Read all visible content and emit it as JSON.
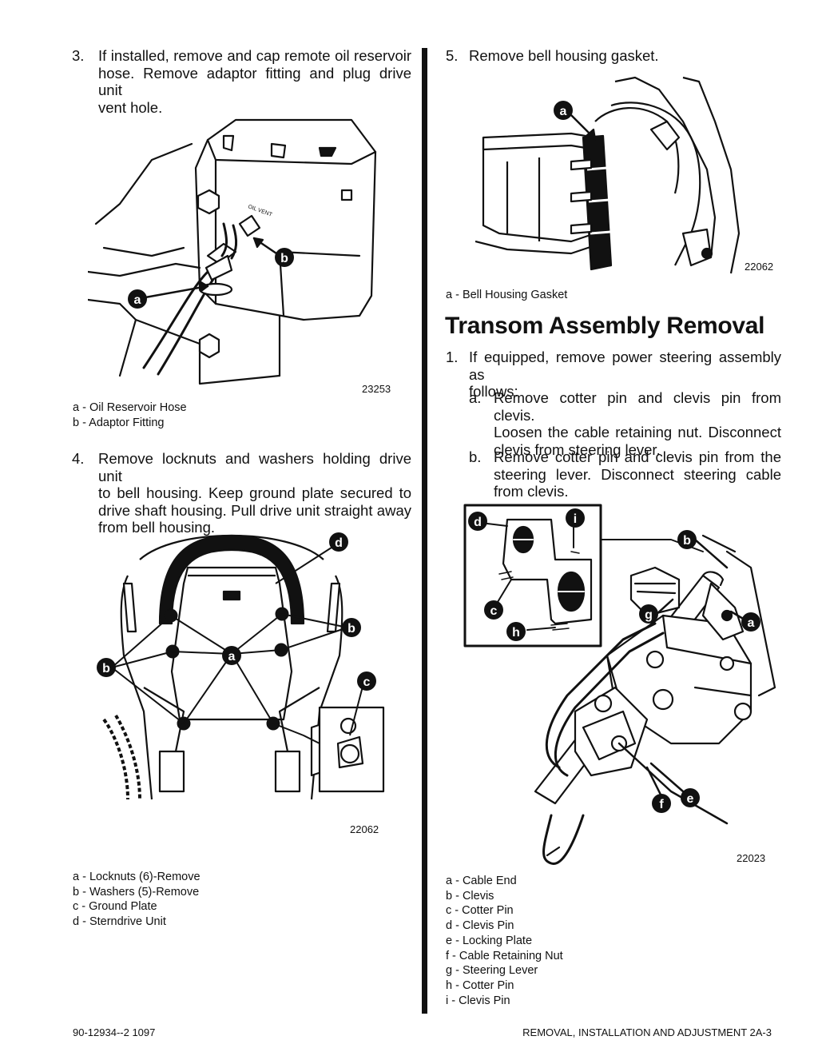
{
  "left": {
    "step3": {
      "number": "3.",
      "lines": [
        "If installed, remove and cap remote oil reservoir",
        "hose. Remove adaptor fitting and plug drive unit",
        "vent hole."
      ]
    },
    "figure1": {
      "id": "23253",
      "label_a": "a",
      "label_b": "b",
      "vent_text": "OIL VENT"
    },
    "legend1": [
      "a - Oil Reservoir Hose",
      "b - Adaptor Fitting"
    ],
    "step4": {
      "number": "4.",
      "lines": [
        "Remove locknuts and washers holding drive unit",
        "to bell housing. Keep ground plate secured to",
        "drive shaft housing. Pull drive unit straight away",
        "from bell housing."
      ]
    },
    "figure2": {
      "id": "22062",
      "label_a": "a",
      "label_b": "b",
      "label_c": "c",
      "label_d": "d"
    },
    "legend2": [
      "a - Locknuts (6)-Remove",
      "b - Washers (5)-Remove",
      "c - Ground Plate",
      "d - Sterndrive Unit"
    ]
  },
  "right": {
    "step5": {
      "number": "5.",
      "text": "Remove bell housing gasket."
    },
    "figure3": {
      "id": "22062",
      "label_a": "a"
    },
    "legend3": [
      "a - Bell Housing Gasket"
    ],
    "heading": "Transom Assembly Removal",
    "step1": {
      "number": "1.",
      "lines": [
        "If equipped, remove power steering assembly as",
        "follows:"
      ]
    },
    "sub_a": {
      "number": "a.",
      "lines": [
        "Remove cotter pin and clevis pin from clevis.",
        "Loosen the cable retaining nut. Disconnect",
        "clevis from steering lever."
      ]
    },
    "sub_b": {
      "number": "b.",
      "lines": [
        "Remove cotter pin and clevis pin from the",
        "steering lever. Disconnect steering cable",
        "from clevis."
      ]
    },
    "figure4": {
      "id": "22023",
      "labels": [
        "a",
        "b",
        "c",
        "d",
        "e",
        "f",
        "g",
        "h",
        "i"
      ]
    },
    "legend4": [
      "a - Cable End",
      "b - Clevis",
      "c - Cotter Pin",
      "d - Clevis Pin",
      "e - Locking Plate",
      "f  - Cable Retaining Nut",
      "g - Steering Lever",
      "h - Cotter Pin",
      "i  - Clevis Pin"
    ]
  },
  "footer": {
    "left": "90-12934--2  1097",
    "right": "REMOVAL, INSTALLATION AND ADJUSTMENT   2A-3"
  }
}
